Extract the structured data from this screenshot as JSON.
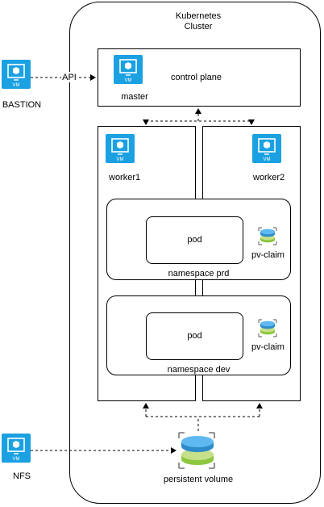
{
  "cluster": {
    "title_line1": "Kubernetes",
    "title_line2": "Cluster"
  },
  "bastion": {
    "label": "BASTION",
    "icon": "vm-icon",
    "icon_text": "VM"
  },
  "nfs": {
    "label": "NFS",
    "icon": "vm-icon",
    "icon_text": "VM"
  },
  "api_link": {
    "label": "API"
  },
  "master": {
    "label": "master",
    "icon_text": "VM",
    "box_label": "control plane"
  },
  "worker1": {
    "label": "worker1",
    "icon_text": "VM"
  },
  "worker2": {
    "label": "worker2",
    "icon_text": "VM"
  },
  "namespace_prd": {
    "label": "namespace prd",
    "pod_label": "pod",
    "claim_label": "pv-claim"
  },
  "namespace_dev": {
    "label": "namespace dev",
    "pod_label": "pod",
    "claim_label": "pv-claim"
  },
  "persistent_volume": {
    "label": "persistent volume",
    "icon": "storage-disk-icon"
  },
  "colors": {
    "vm_blue": "#1ba1e2",
    "disk_blue": "#3ea6e6",
    "disk_green": "#8dc63f"
  }
}
